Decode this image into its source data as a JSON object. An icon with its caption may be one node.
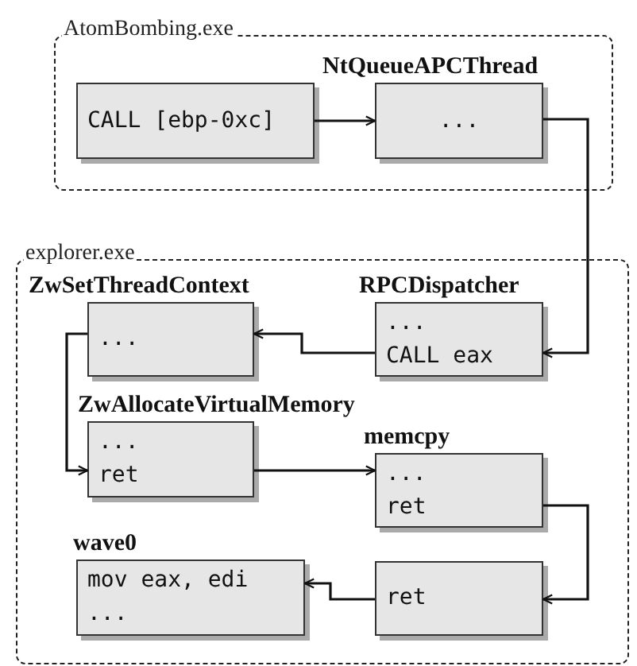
{
  "diagram": {
    "nodes": [
      {
        "text": [
          "AtomBombing.exe"
        ]
      },
      {
        "text": [
          "CALL [ebp-0xc]"
        ],
        "in": 0
      },
      {
        "text": [
          "NtQueueAPCThread",
          "..."
        ],
        "in": 0
      },
      {
        "text": [
          "explorer.exe"
        ]
      },
      {
        "text": [
          "ZwSetThreadContext",
          "..."
        ],
        "in": 3
      },
      {
        "text": [
          "RPCDispatcher",
          "...",
          "CALL eax"
        ],
        "in": 3
      },
      {
        "text": [
          "ZwAllocateVirtualMemory",
          "...",
          "ret"
        ],
        "in": 3
      },
      {
        "text": [
          "memcpy",
          "...",
          "ret"
        ],
        "in": 3
      },
      {
        "text": [
          "ret"
        ],
        "in": 3
      },
      {
        "text": [
          "wave0",
          "mov eax, edi",
          "..."
        ],
        "in": 3
      }
    ],
    "edges": [
      {
        "from": 1,
        "to": 2,
        "arrow": "to"
      },
      {
        "from": 2,
        "to": 5,
        "arrow": "to"
      },
      {
        "from": 5,
        "to": 4,
        "arrow": "to"
      },
      {
        "from": 4,
        "to": 6,
        "arrow": "to"
      },
      {
        "from": 6,
        "to": 7,
        "arrow": "to"
      },
      {
        "from": 7,
        "to": 8,
        "arrow": "to"
      },
      {
        "from": 8,
        "to": 9,
        "arrow": "to"
      }
    ]
  }
}
